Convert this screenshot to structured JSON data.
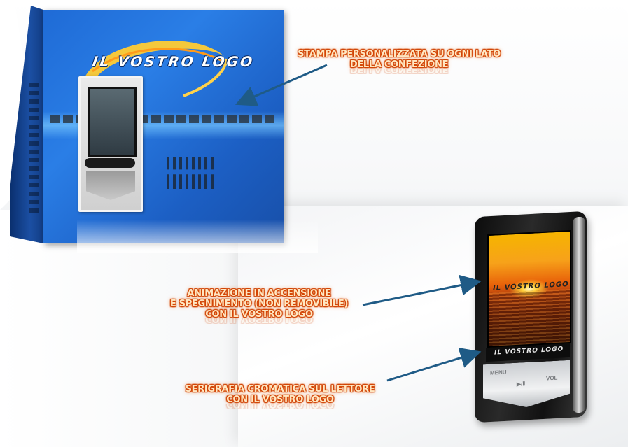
{
  "captions": {
    "packaging": {
      "line1": "STAMPA PERSONALIZZATA SU OGNI LATO",
      "line2": "DELLA CONFEZIONE"
    },
    "animation": {
      "line1": "ANIMAZIONE IN ACCENSIONE",
      "line2": "E SPEGNIMENTO (NON REMOVIBILE)",
      "line3": "CON IL VOSTRO LOGO"
    },
    "serigraphy": {
      "line1": "SERIGRAFIA CROMATICA SUL LETTORE",
      "line2": "CON IL VOSTRO LOGO"
    }
  },
  "box": {
    "logo_text": "IL VOSTRO LOGO"
  },
  "device": {
    "screen_logo_text": "IL VOSTRO LOGO",
    "body_logo_text": "IL VOSTRO LOGO",
    "keys": [
      "MENU",
      "VOL",
      "▶/Ⅱ"
    ]
  },
  "colors": {
    "caption_fill": "#ffe7c2",
    "caption_glow": "#e24d00",
    "arrow": "#1f5b86",
    "box_blue": "#1f6bd6"
  }
}
